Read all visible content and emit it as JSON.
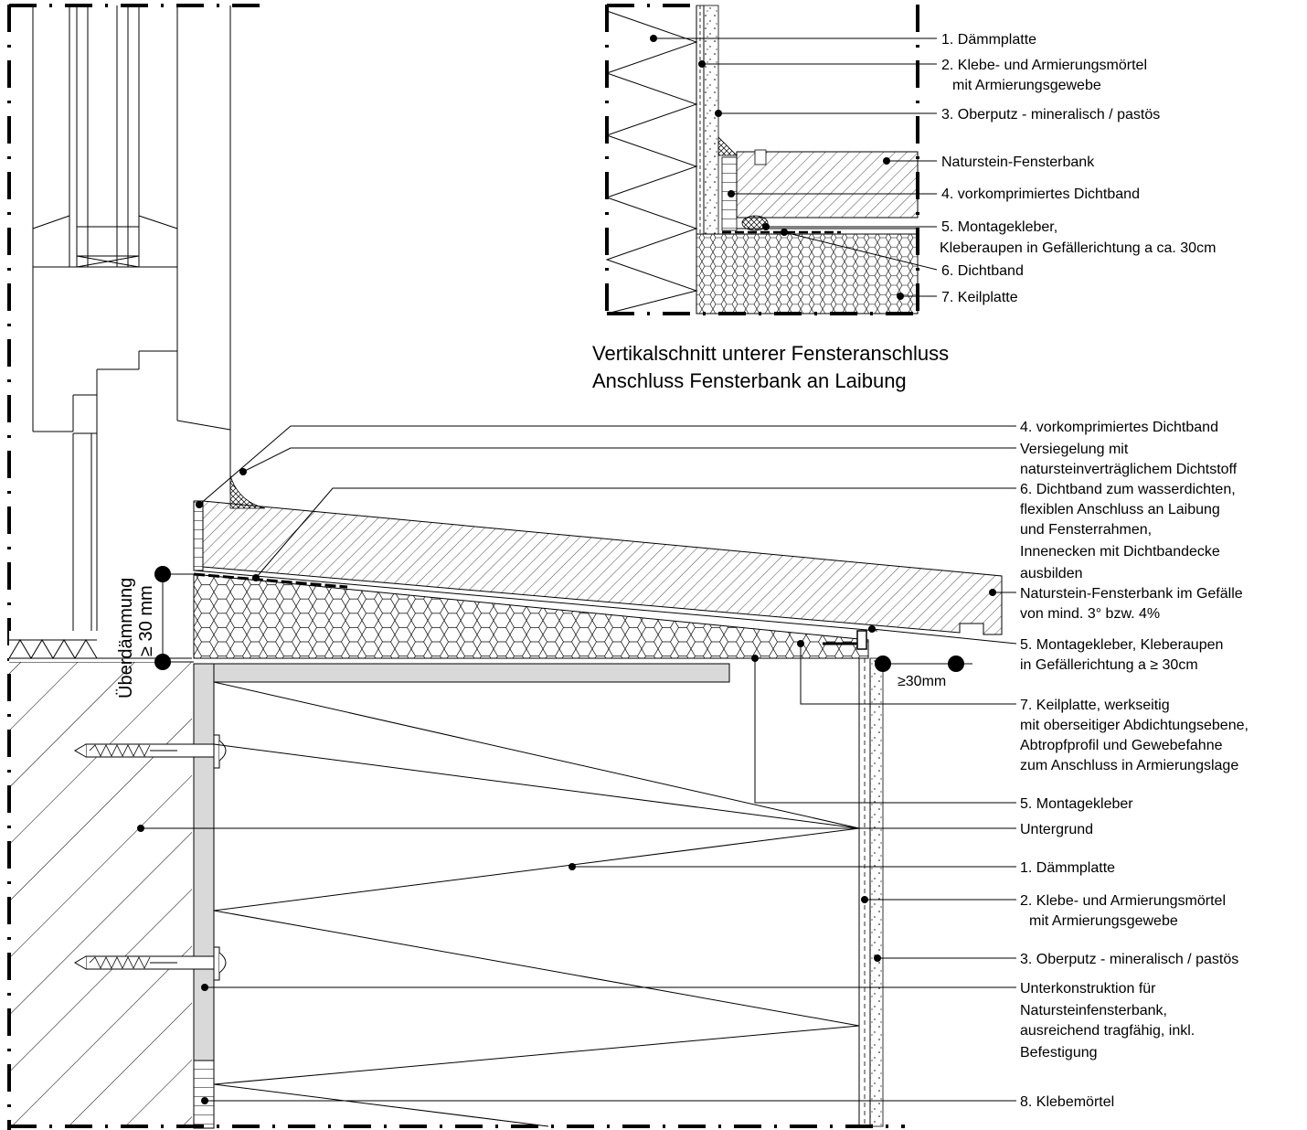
{
  "detail": {
    "labels": [
      "1. Dämmplatte",
      "2. Klebe- und Armierungsmörtel",
      "mit Armierungsgewebe",
      "3. Oberputz - mineralisch / pastös",
      "Natursteinfensterbank",
      "Natursteinfensterbank",
      "Naturstein-Fensterbank",
      "4. vorkomprimiertes Dichtband",
      "5. Montagekleber,",
      "Kleberaupen in Gefällerichtung a ca. 30cm",
      "6. Dichtband",
      "7. Keilplatte"
    ],
    "title_line1": "Vertikalschnitt unterer Fensteranschluss",
    "title_line2": "Anschluss Fensterbank an Laibung"
  },
  "main": {
    "labels": [
      "4. vorkomprimiertes Dichtband",
      "Versiegelung mit",
      "natursteinverträglichem Dichtstoff",
      "6. Dichtband zum wasserdichten,",
      "flexiblen Anschluss an Laibung",
      "und Fensterrahmen,",
      "Innenecken mit Dichtbandecke",
      "ausbilden",
      "Naturstein-Fensterbank im Gefälle",
      "von mind. 3° bzw. 4%",
      "5. Montagekleber, Kleberaupen",
      "in Gefällerichtung a ≥ 30cm",
      "7. Keilplatte, werkseitig",
      "mit oberseitiger Abdichtungsebene,",
      "Abtropfprofil und Gewebefahne",
      "zum Anschluss in Armierungslage",
      "5. Montagekleber",
      "Untergrund",
      "1. Dämmplatte",
      "2. Klebe- und Armierungsmörtel",
      "mit Armierungsgewebe",
      "3. Oberputz - mineralisch / pastös",
      "Unterkonstruktion für",
      "Natursteinfensterbank,",
      "ausreichend tragfähig, inkl.",
      "Befestigung",
      "8. Klebemörtel"
    ],
    "dim_overinsulation_word": "Überdämmung",
    "dim_overinsulation_value": "≥ 30 mm",
    "dim_projection": "≥30mm"
  }
}
